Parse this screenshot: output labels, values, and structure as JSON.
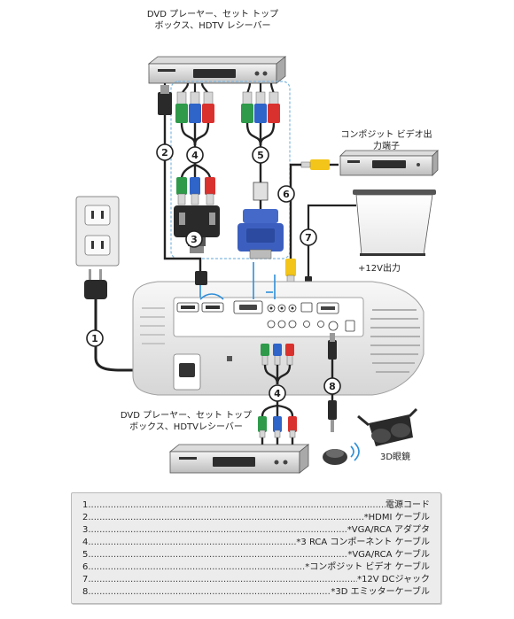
{
  "labels": {
    "dvd_top": [
      "DVD プレーヤー、セット トップ",
      "ボックス、HDTV レシーバー"
    ],
    "composite_source": [
      "コンポジット ビデオ出",
      "力端子"
    ],
    "dc_out": "+12V出力",
    "dvd_bottom": [
      "DVD プレーヤー、セット トップ",
      "ボックス、HDTVレシーバー"
    ],
    "glasses": "3D眼鏡"
  },
  "markers": [
    "1",
    "2",
    "3",
    "4",
    "5",
    "6",
    "7",
    "8"
  ],
  "legend": [
    {
      "num": "1",
      "text": "電源コード"
    },
    {
      "num": "2",
      "text": "*HDMI ケーブル"
    },
    {
      "num": "3",
      "text": "*VGA/RCA アダプタ"
    },
    {
      "num": "4",
      "text": "*3 RCA コンポーネント ケーブル"
    },
    {
      "num": "5",
      "text": "*VGA/RCA ケーブル"
    },
    {
      "num": "6",
      "text": "*コンポジット ビデオ ケーブル"
    },
    {
      "num": "7",
      "text": "*12V DCジャック"
    },
    {
      "num": "8",
      "text": "*3D エミッターケーブル"
    }
  ],
  "colors": {
    "green": "#2e9a4a",
    "blue": "#2f64c8",
    "red": "#d9322e",
    "yellow": "#f3c41a",
    "vga_blue": "#3c5fbf",
    "cable": "#222222",
    "dashed": "#7fb8e0"
  }
}
